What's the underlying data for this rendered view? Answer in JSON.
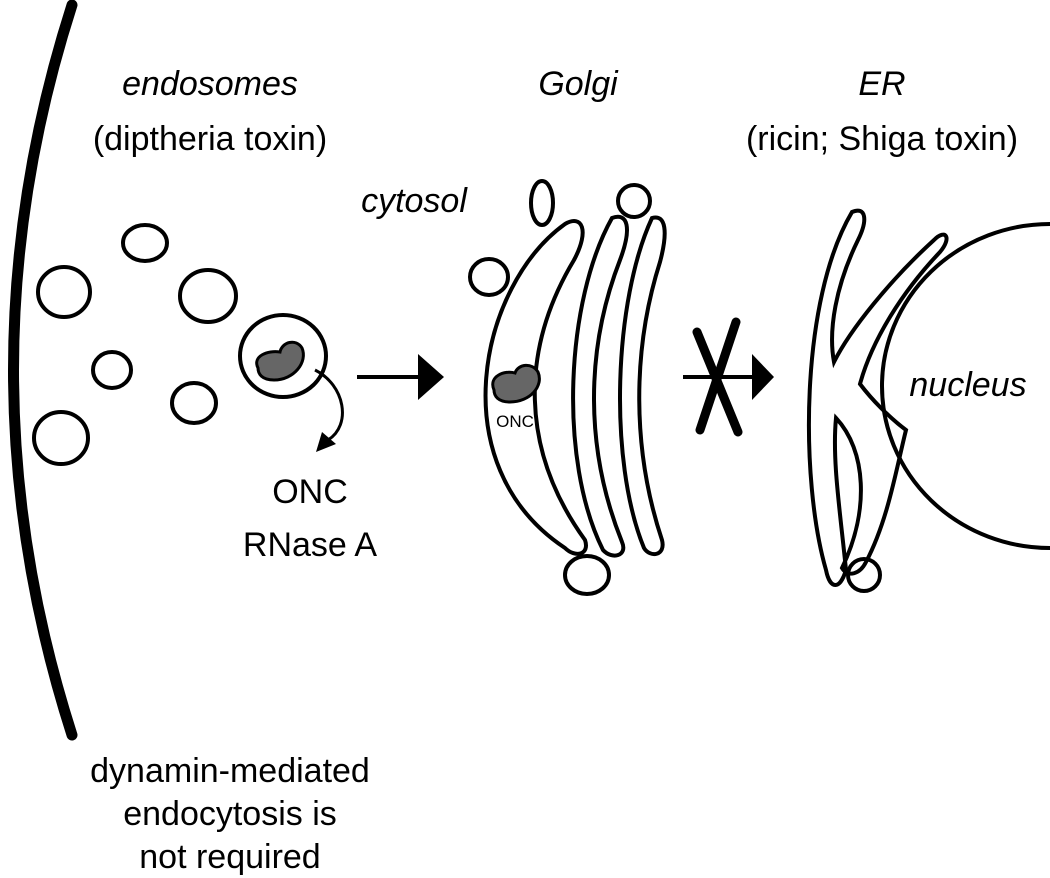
{
  "labels": {
    "endosomes": "endosomes",
    "endosomes_note": "(diptheria toxin)",
    "golgi": "Golgi",
    "er": "ER",
    "er_note": "(ricin; Shiga toxin)",
    "cytosol": "cytosol",
    "nucleus": "nucleus",
    "onc_in_golgi": "ONC",
    "release_line1": "ONC",
    "release_line2": "RNase A",
    "footnote_line1": "dynamin-mediated",
    "footnote_line2": "endocytosis is",
    "footnote_line3": "not required"
  },
  "colors": {
    "stroke": "#000000",
    "protein_fill": "#666666",
    "background": "#ffffff"
  }
}
